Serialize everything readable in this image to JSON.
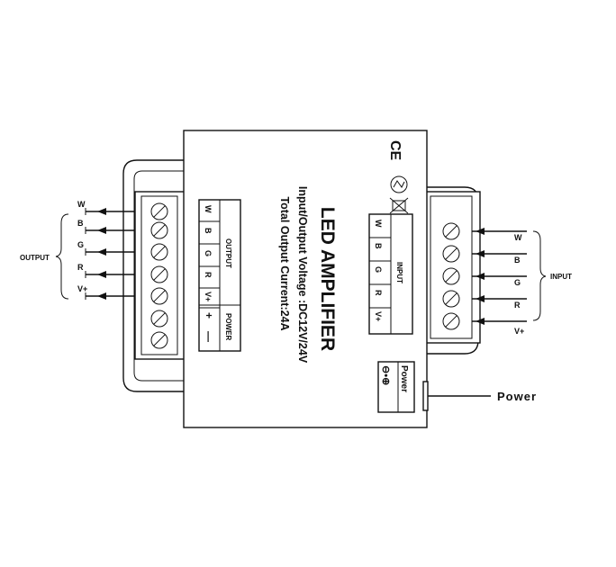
{
  "device": {
    "title": "LED AMPLIFIER",
    "spec_voltage": "Input/Output Voltage :DC12V/24V",
    "spec_current": "Total Output Current:24A",
    "marks": {
      "ce": "CE"
    }
  },
  "output_block": {
    "heading": "OUTPUT",
    "power_heading": "POWER",
    "pins": [
      "W",
      "B",
      "G",
      "R",
      "V+"
    ],
    "power_pins": [
      "+",
      "—"
    ]
  },
  "input_block": {
    "heading": "INPUT",
    "pins": [
      "W",
      "B",
      "G",
      "R",
      "V+"
    ]
  },
  "power_block": {
    "heading": "Power",
    "symbol": "⊖•⊕"
  },
  "left_wires": {
    "group_label": "OUTPUT",
    "labels": [
      "W",
      "B",
      "G",
      "R",
      "V+"
    ]
  },
  "right_wires": {
    "group_label": "INPUT",
    "labels": [
      "W",
      "B",
      "G",
      "R",
      "V+"
    ]
  },
  "power_lead": {
    "label": "Power"
  }
}
